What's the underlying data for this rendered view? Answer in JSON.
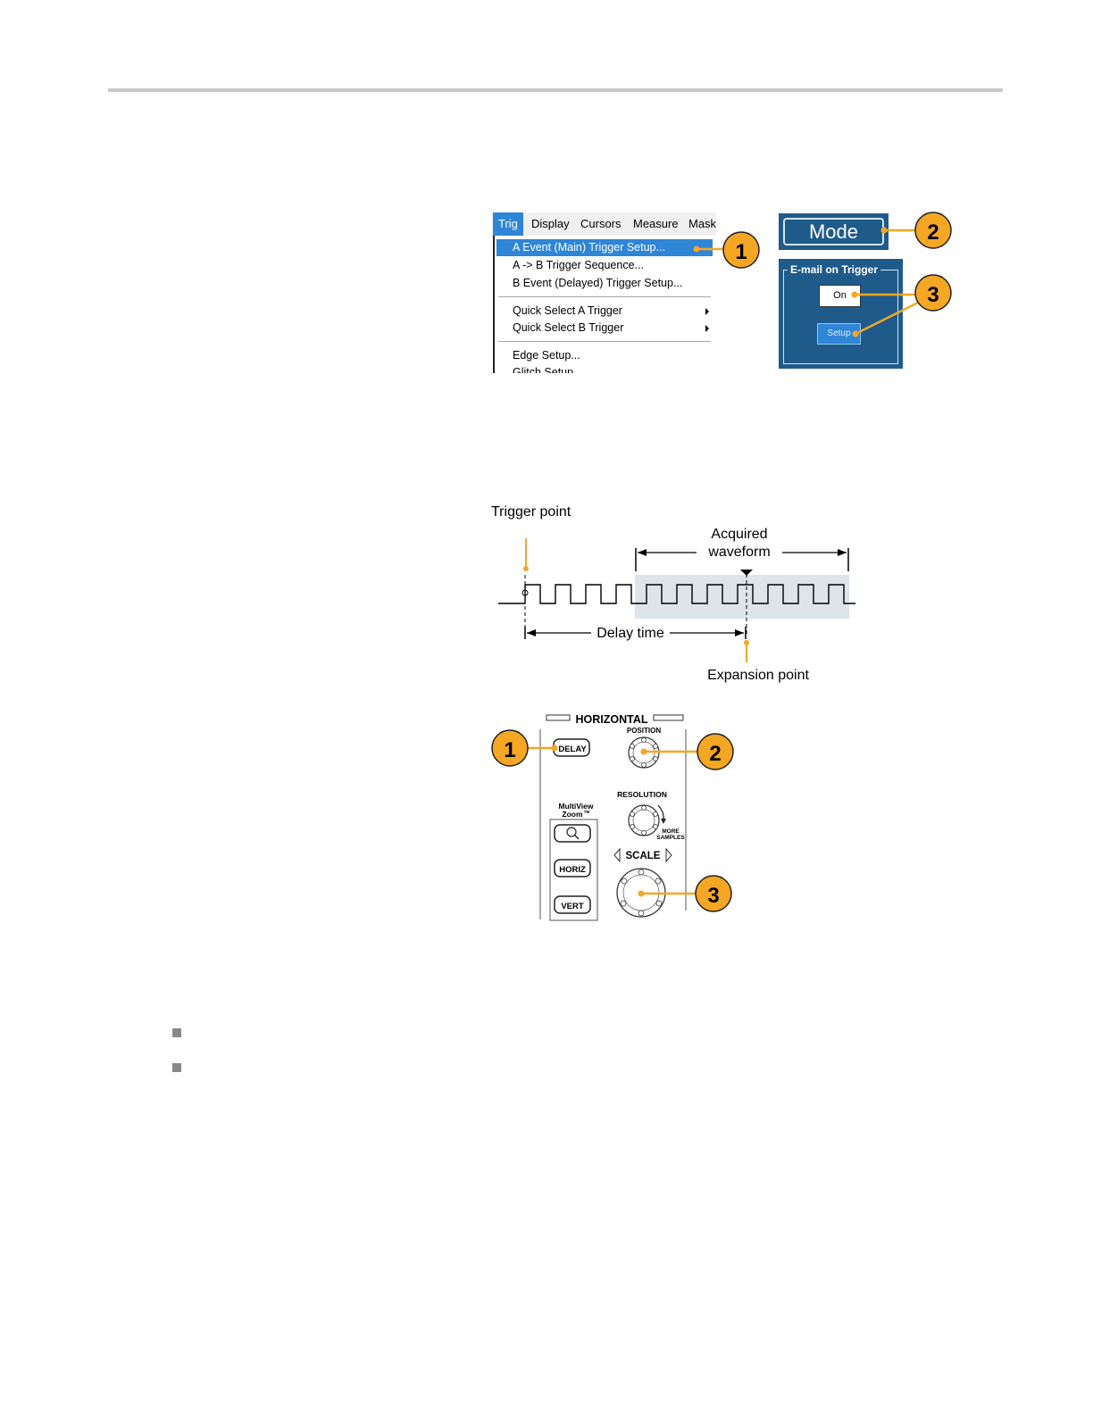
{
  "trig_menu": {
    "menubar": [
      "Trig",
      "Display",
      "Cursors",
      "Measure",
      "Mask"
    ],
    "items": [
      "A Event (Main) Trigger Setup...",
      "A -> B Trigger Sequence...",
      "B Event (Delayed) Trigger Setup...",
      "Quick Select A Trigger",
      "Quick Select B Trigger",
      "Edge Setup...",
      "Glitch Setup..."
    ]
  },
  "trigger_panel": {
    "mode_label": "Mode",
    "email_title": "E-mail on Trigger",
    "on_label": "On",
    "setup_label": "Setup"
  },
  "callouts_top": [
    "1",
    "2",
    "3"
  ],
  "timing_diagram": {
    "trigger_point": "Trigger point",
    "acquired_line1": "Acquired",
    "acquired_line2": "waveform",
    "delay_time": "Delay time",
    "expansion_point": "Expansion point"
  },
  "horizontal_panel": {
    "title": "HORIZONTAL",
    "delay": "DELAY",
    "position": "POSITION",
    "resolution": "RESOLUTION",
    "multiview": "MultiView",
    "zoom": "Zoom",
    "zoom_tm": "TM",
    "more": "MORE",
    "samples": "SAMPLES",
    "scale": "SCALE",
    "horiz": "HORIZ",
    "vert": "VERT"
  },
  "callouts_bottom": [
    "1",
    "2",
    "3"
  ],
  "colors": {
    "callout_orange": "#f5a623",
    "menu_highlight": "#2f85d6",
    "panel_blue": "#1f5b8a",
    "acquired_shade": "#dde4ea"
  }
}
